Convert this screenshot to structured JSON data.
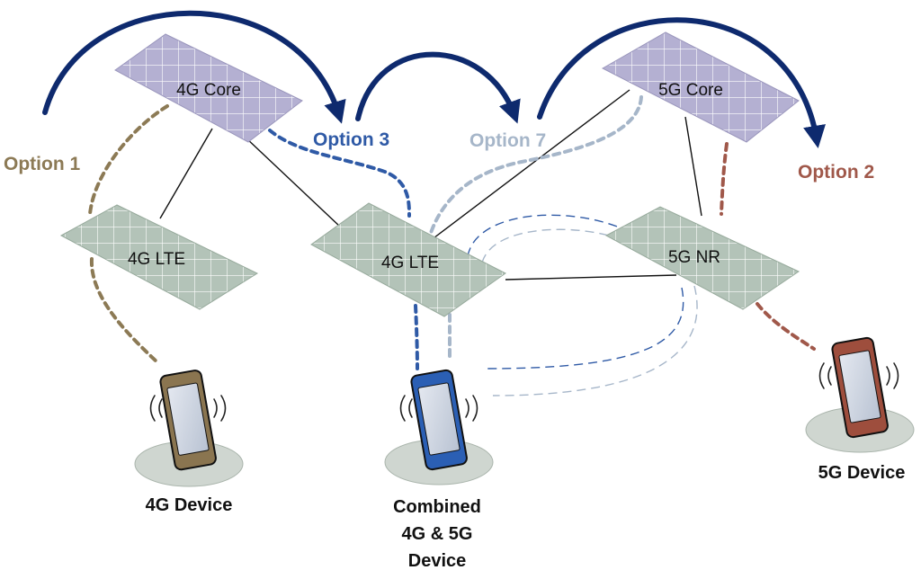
{
  "nodes": {
    "core4g": "4G Core",
    "core5g": "5G Core",
    "lte_left": "4G LTE",
    "lte_center": "4G LTE",
    "nr5g": "5G NR"
  },
  "options": {
    "option1": "Option 1",
    "option2": "Option 2",
    "option3": "Option 3",
    "option7": "Option 7"
  },
  "devices": {
    "device4g": "4G Device",
    "device_combined": [
      "Combined",
      "4G & 5G",
      "Device"
    ],
    "device5g": "5G Device"
  },
  "colors": {
    "core_fill": "#b4b0d2",
    "ran_fill": "#b3c3b8",
    "tile_grid": "#ffffff",
    "arrow": "#0e2a6e",
    "option1": "#8c7a55",
    "option2": "#a0584a",
    "option3": "#2f5aa6",
    "option7": "#a6b6c9",
    "phone_4g": "#8a7550",
    "phone_combined": "#2b5fb4",
    "phone_5g": "#9e4e3d",
    "shadow": "#cfd6d0"
  }
}
